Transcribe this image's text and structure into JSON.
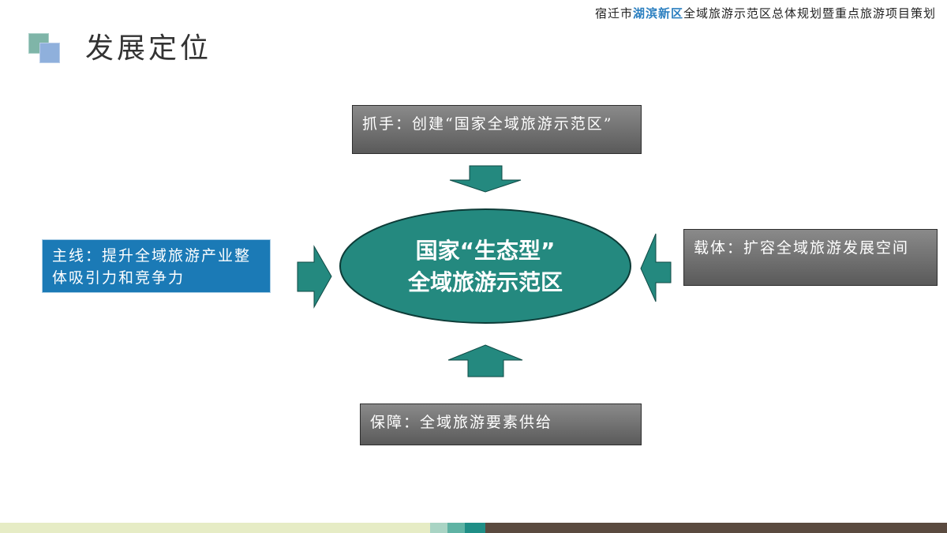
{
  "header": {
    "prefix": "宿迁市",
    "highlight": "湖滨新区",
    "suffix": "全域旅游示范区总体规划暨重点旅游项目策划"
  },
  "page_title": "发展定位",
  "diagram": {
    "center": {
      "line1": "国家“生态型”",
      "line2": "全域旅游示范区"
    },
    "top": "抓手：创建“国家全域旅游示范区”",
    "left": "主线：提升全域旅游产业整体吸引力和竞争力",
    "right": "载体：扩容全域旅游发展空间",
    "bottom": "保障：全域旅游要素供给"
  },
  "colors": {
    "teal": "#24897f",
    "blue_box": "#1b7ab6",
    "gray_box": "#6e6e6e",
    "highlight_text": "#2b7fc0"
  }
}
